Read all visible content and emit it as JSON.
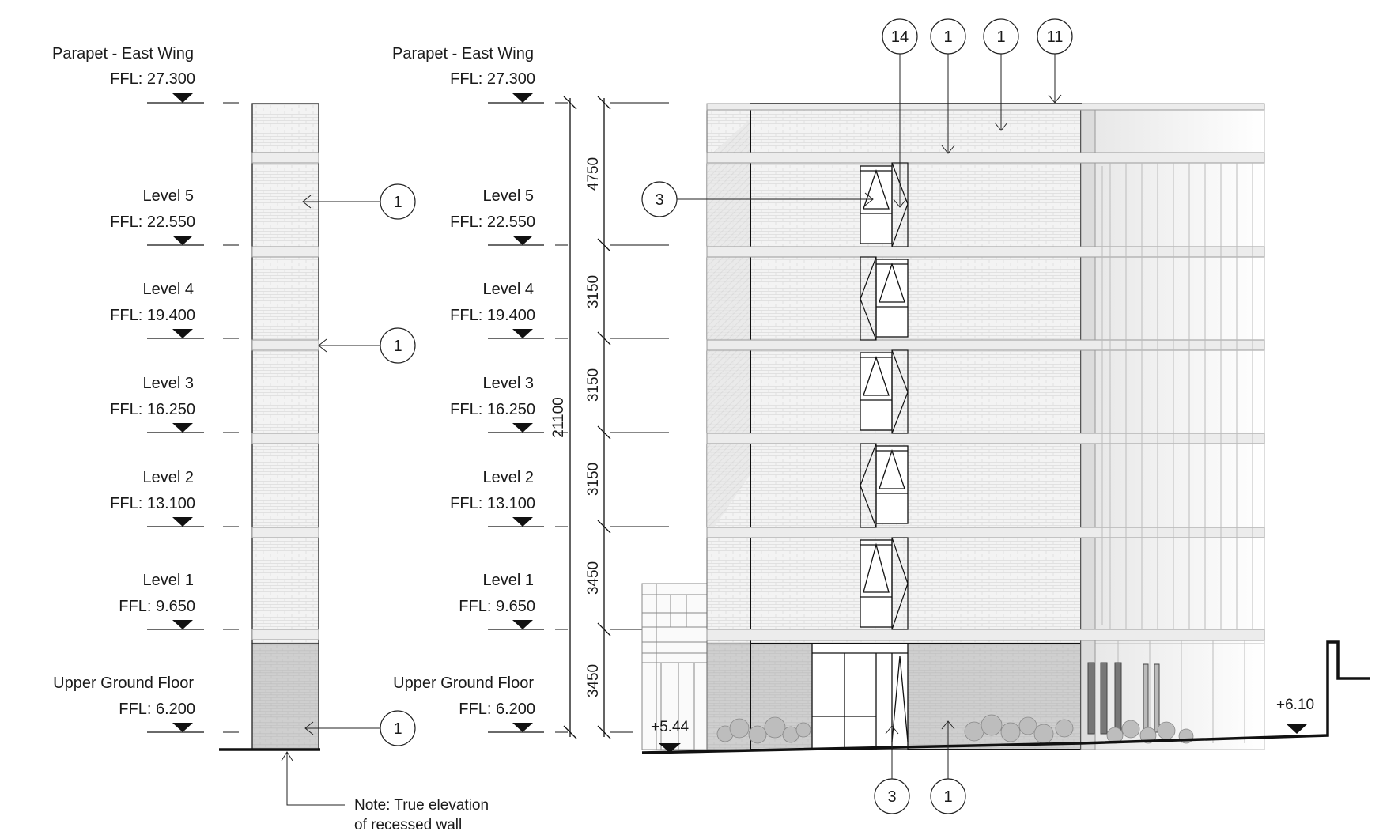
{
  "levels": [
    {
      "name": "Parapet - East Wing",
      "ffl": "FFL: 27.300"
    },
    {
      "name": "Level 5",
      "ffl": "FFL: 22.550"
    },
    {
      "name": "Level 4",
      "ffl": "FFL: 19.400"
    },
    {
      "name": "Level 3",
      "ffl": "FFL: 16.250"
    },
    {
      "name": "Level 2",
      "ffl": "FFL: 13.100"
    },
    {
      "name": "Level 1",
      "ffl": "FFL: 9.650"
    },
    {
      "name": "Upper Ground Floor",
      "ffl": "FFL: 6.200"
    }
  ],
  "dimensions": {
    "segments": [
      "4750",
      "3150",
      "3150",
      "3150",
      "3450",
      "3450"
    ],
    "total": "21100"
  },
  "tags": {
    "left_column": [
      "1",
      "1",
      "1"
    ],
    "top": [
      "14",
      "1",
      "1",
      "11"
    ],
    "window_callout": "3",
    "bottom": [
      "3",
      "1"
    ]
  },
  "spot_levels": {
    "left": "+5.44",
    "right": "+6.10"
  },
  "note": {
    "line1": "Note: True elevation",
    "line2": "of recessed wall"
  }
}
